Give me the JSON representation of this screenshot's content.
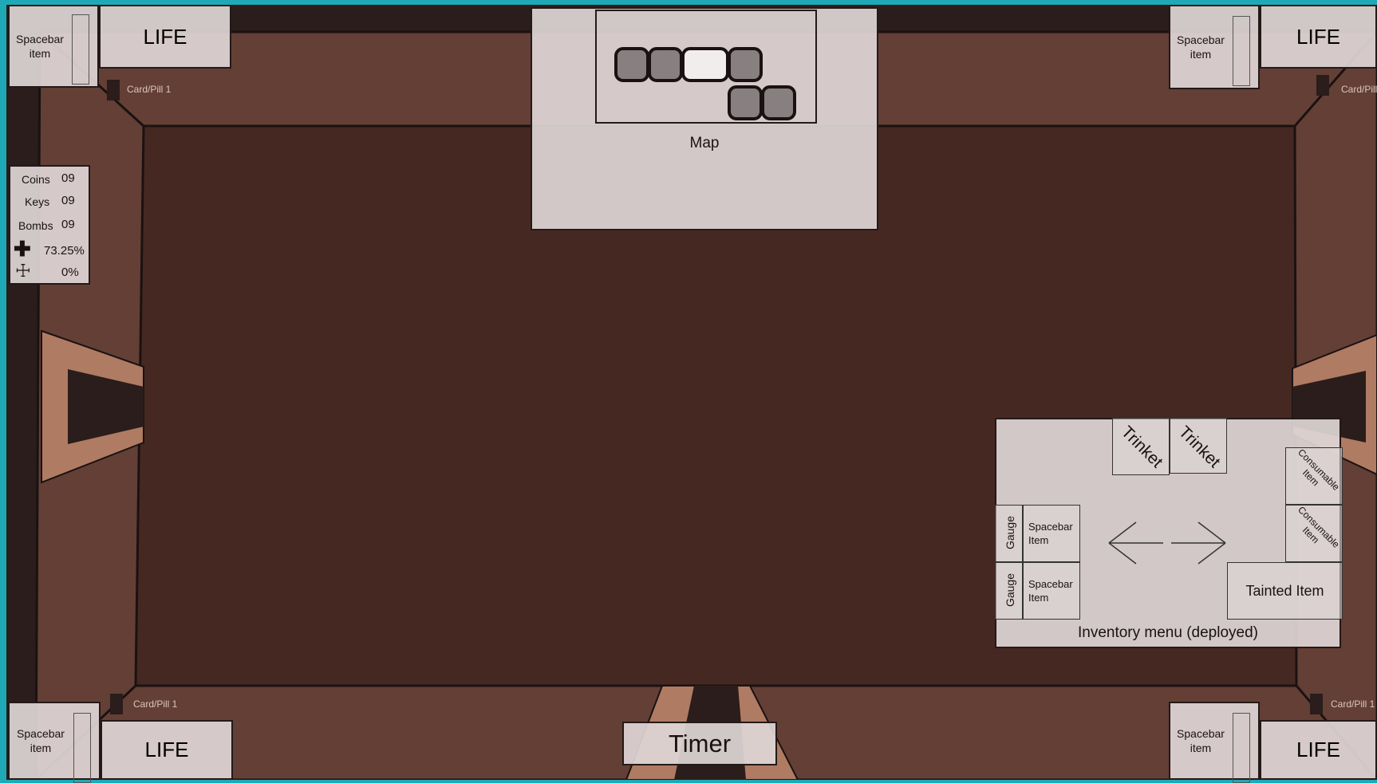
{
  "hud": {
    "spacebar_item": "Spacebar\nitem",
    "life": "LIFE",
    "card_pill": "Card/Pill 1"
  },
  "map": {
    "label": "Map",
    "rooms": [
      {
        "col": 0,
        "row": 0,
        "visited": true
      },
      {
        "col": 1,
        "row": 0,
        "visited": true
      },
      {
        "col": 2,
        "row": 0,
        "visited": false
      },
      {
        "col": 3,
        "row": 0,
        "visited": true
      },
      {
        "col": 3,
        "row": 1,
        "visited": true
      },
      {
        "col": 4,
        "row": 1,
        "visited": true
      }
    ]
  },
  "stats": {
    "coins_label": "Coins",
    "coins": "09",
    "keys_label": "Keys",
    "keys": "09",
    "bombs_label": "Bombs",
    "bombs": "09",
    "angel_chance": "73.25%",
    "devil_chance": "0%"
  },
  "inventory": {
    "title": "Inventory menu (deployed)",
    "trinket": "Trinket",
    "consumable": "Consumable\nItem",
    "gauge": "Gauge",
    "spacebar_item": "Spacebar\nItem",
    "tainted_item": "Tainted Item"
  },
  "timer": {
    "label": "Timer"
  },
  "colors": {
    "room_floor": "#462822",
    "room_wall": "#643f35",
    "frame_dark": "#2a1d1b",
    "accent_teal": "#1fa9b6",
    "door_light": "#b07b63",
    "panel_bg": "#ded6d6",
    "map_room_visited": "#888080",
    "map_room_current": "#f2eded"
  }
}
